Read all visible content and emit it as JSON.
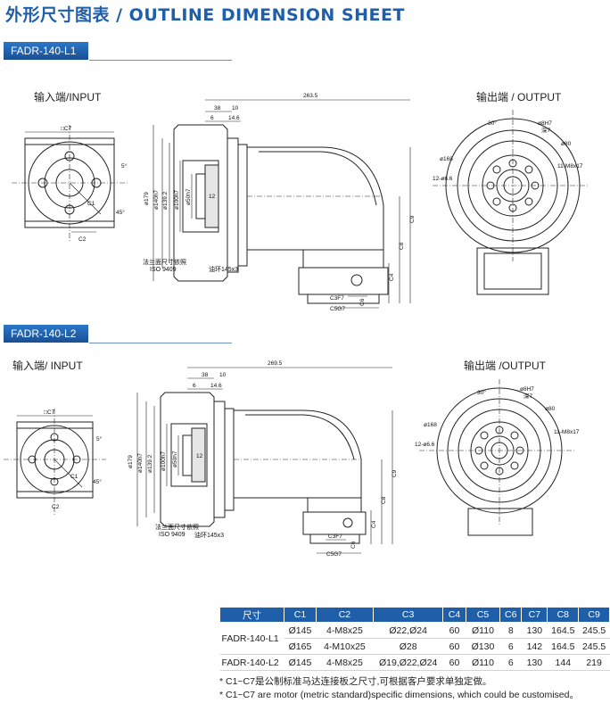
{
  "header": {
    "title": "外形尺寸图表 / OUTLINE DIMENSION SHEET"
  },
  "section1": {
    "model": "FADR-140-L1",
    "input_label": "输入端/INPUT",
    "output_label": "输出端 / OUTPUT",
    "dims": {
      "total_length": "263.5",
      "d38": "38",
      "d10": "10",
      "d6": "6",
      "d14_6": "14.6",
      "c7": "□C7",
      "c1": "C1",
      "c2": "C2",
      "a45": "45°",
      "a5": "5°",
      "d179": "ø179",
      "d140": "ø140h7",
      "d139": "ø139.2",
      "d100": "ø100h7",
      "d50": "ø50h7",
      "d12": "12",
      "flange_note": "法兰面尺寸依照",
      "iso": "ISO 9409",
      "oilring": "油环145x3",
      "c9": "C9",
      "c8": "C8",
      "c4": "C4",
      "c3": "C3F7",
      "c6": "C6",
      "c5": "C5G7",
      "a30": "30°",
      "d8h7": "ø8H7",
      "deep7": "深7",
      "d80": "ø80",
      "d168": "ø168",
      "holes12": "12-ø6.6",
      "m8": "11-M8x17"
    }
  },
  "section2": {
    "model": "FADR-140-L2",
    "input_label": "输入端/ INPUT",
    "output_label": "输出端 /OUTPUT",
    "dims": {
      "total_length": "269.5",
      "d38": "38",
      "d10": "10",
      "d6": "6",
      "d14_6": "14.6",
      "c7": "□C7",
      "c1": "C1",
      "c2": "C2",
      "a45": "45°",
      "a5": "5°",
      "d179": "ø179",
      "d140": "ø140h7",
      "d139": "ø139.2",
      "d100": "ø100h7",
      "d50": "ø50h7",
      "d12": "12",
      "flange_note": "法兰面尺寸依照",
      "iso": "ISO 9409",
      "oilring": "油环145x3",
      "c9": "C9",
      "c8": "C8",
      "c4": "C4",
      "c3": "C3F7",
      "c6": "C6",
      "c5": "C5G7",
      "a30": "30°",
      "d8h7": "ø8H7",
      "deep7": "深7",
      "d80": "ø80",
      "d168": "ø168",
      "holes12": "12-ø6.6",
      "m8": "11-M8x17"
    }
  },
  "table": {
    "headers": [
      "尺寸",
      "C1",
      "C2",
      "C3",
      "C4",
      "C5",
      "C6",
      "C7",
      "C8",
      "C9"
    ],
    "rows": [
      [
        "FADR-140-L1",
        "Ø145",
        "4-M8x25",
        "Ø22,Ø24",
        "60",
        "Ø110",
        "8",
        "130",
        "164.5",
        "245.5"
      ],
      [
        "",
        "Ø165",
        "4-M10x25",
        "Ø28",
        "60",
        "Ø130",
        "6",
        "142",
        "164.5",
        "245.5"
      ],
      [
        "FADR-140-L2",
        "Ø145",
        "4-M8x25",
        "Ø19,Ø22,Ø24",
        "60",
        "Ø110",
        "6",
        "130",
        "144",
        "219"
      ]
    ]
  },
  "footnotes": [
    "* C1~C7是公制标准马达连接板之尺寸,可根据客户要求单独定做。",
    "* C1~C7 are motor (metric standard)specific dimensions, which could be customised。"
  ],
  "colors": {
    "accent": "#1f5ea8",
    "line": "#222222"
  }
}
